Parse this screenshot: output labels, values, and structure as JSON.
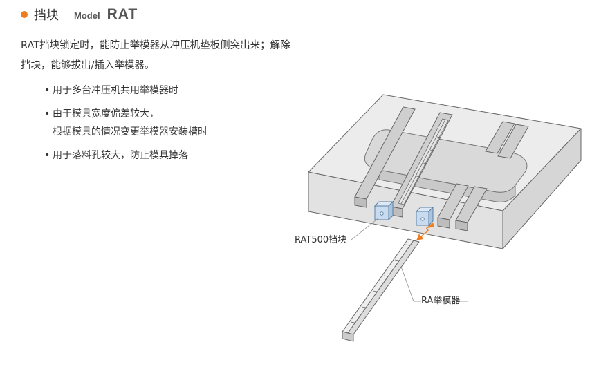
{
  "header": {
    "title": "挡块",
    "model_label": "Model",
    "model_code": "RAT",
    "accent_color": "#ee7d1f"
  },
  "description": {
    "line1": "RAT挡块锁定时，能防止举模器从冲压机垫板侧突出来；解除",
    "line2": "挡块，能够拔出/插入举模器。"
  },
  "features": [
    {
      "bullet": "•",
      "lines": [
        "用于多台冲压机共用举模器时"
      ]
    },
    {
      "bullet": "•",
      "lines": [
        "由于模具宽度偏差较大，",
        "根据模具的情况变更举模器安装槽时"
      ]
    },
    {
      "bullet": "•",
      "lines": [
        "用于落料孔较大，防止模具掉落"
      ]
    }
  ],
  "diagram": {
    "label_block": "RAT500挡块",
    "label_lifter": "RA举模器",
    "arrow_color": "#ee7d1f",
    "block_color": "#c9dcef",
    "plate_color": "#eeeeee"
  }
}
